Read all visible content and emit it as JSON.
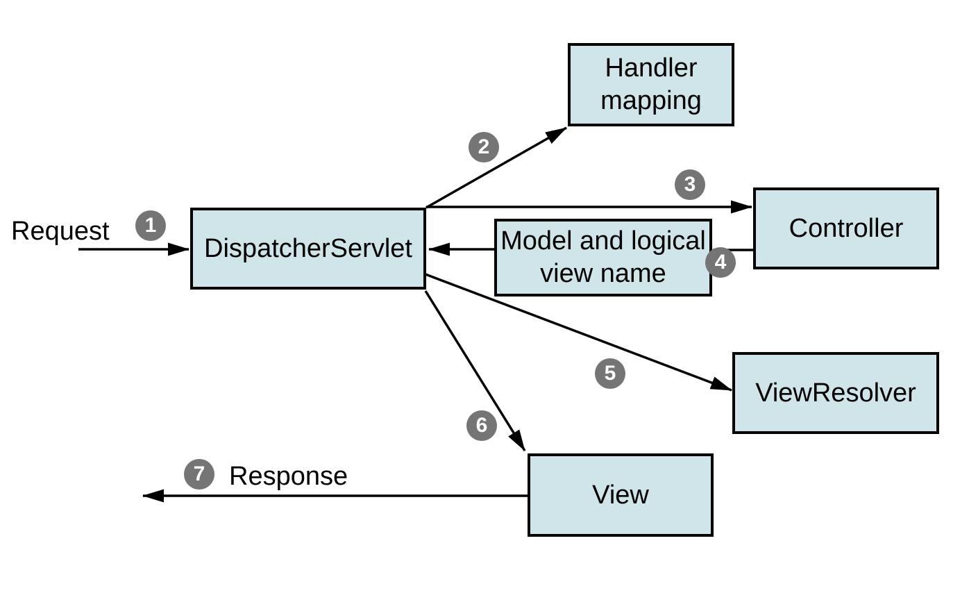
{
  "colors": {
    "background": "#ffffff",
    "box_fill": "#cfe5e9",
    "box_border": "#000000",
    "arrow": "#000000",
    "badge_fill": "#757575",
    "badge_text": "#ffffff",
    "label_text": "#000000"
  },
  "labels": {
    "request": "Request",
    "response": "Response"
  },
  "nodes": {
    "dispatcher_servlet": {
      "label": "DispatcherServlet"
    },
    "handler_mapping": {
      "label": "Handler\nmapping"
    },
    "controller": {
      "label": "Controller"
    },
    "model_and_view": {
      "label": "Model and logical\nview name"
    },
    "view_resolver": {
      "label": "ViewResolver"
    },
    "view": {
      "label": "View"
    }
  },
  "steps": [
    "1",
    "2",
    "3",
    "4",
    "5",
    "6",
    "7"
  ],
  "edges": [
    {
      "step": "1",
      "from": "Request",
      "to": "DispatcherServlet"
    },
    {
      "step": "2",
      "from": "DispatcherServlet",
      "to": "Handler mapping"
    },
    {
      "step": "3",
      "from": "DispatcherServlet",
      "to": "Controller"
    },
    {
      "step": "4",
      "from": "Controller",
      "to": "DispatcherServlet",
      "via": "Model and logical view name"
    },
    {
      "step": "5",
      "from": "DispatcherServlet",
      "to": "ViewResolver"
    },
    {
      "step": "6",
      "from": "DispatcherServlet",
      "to": "View"
    },
    {
      "step": "7",
      "from": "View",
      "to": "Response"
    }
  ]
}
